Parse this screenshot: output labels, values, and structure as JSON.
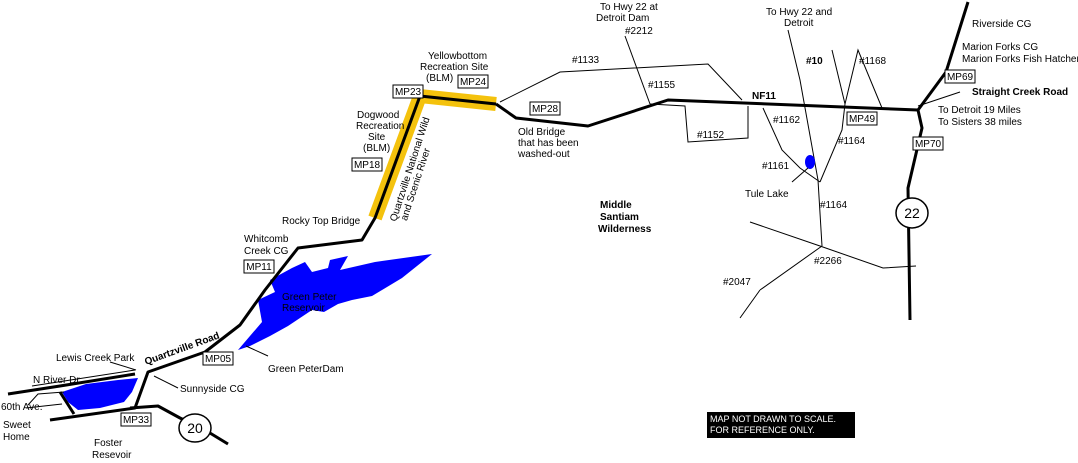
{
  "colors": {
    "water": "#0000ff",
    "wild_river": "#f4c20d",
    "road": "#000000",
    "background": "#ffffff"
  },
  "labels": {
    "to_hwy22_detroit_dam": [
      "To Hwy 22 at",
      "Detroit Dam"
    ],
    "rd_2212": "#2212",
    "to_hwy22_detroit": [
      "To Hwy 22 and",
      "Detroit"
    ],
    "rd_10": "#10",
    "rd_1168": "#1168",
    "riverside_cg": "Riverside CG",
    "marion_forks": [
      "Marion Forks CG",
      "Marion Forks Fish Hatchery"
    ],
    "straight_creek": "Straight Creek Road",
    "to_detroit_sisters": [
      "To Detroit 19 Miles",
      "To Sisters 38 miles"
    ],
    "yellowbottom": [
      "Yellowbottom",
      "Recreation Site",
      "(BLM)"
    ],
    "rd_1133": "#1133",
    "rd_1155": "#1155",
    "nf11": "NF11",
    "rd_1152": "#1152",
    "rd_1162": "#1162",
    "rd_1164a": "#1164",
    "rd_1161": "#1161",
    "tule_lake": "Tule Lake",
    "rd_1164b": "#1164",
    "dogwood": [
      "Dogwood",
      "Recreation",
      "Site",
      "(BLM)"
    ],
    "old_bridge": [
      "Old Bridge",
      "that has been",
      "washed-out"
    ],
    "wild_scenic": [
      "Quartzville National Wild",
      "and Scenic River"
    ],
    "middle_santiam": [
      "Middle",
      "Santiam",
      "Wilderness"
    ],
    "rocky_top": "Rocky Top Bridge",
    "whitcomb": [
      "Whitcomb",
      "Creek CG"
    ],
    "rd_2266": "#2266",
    "rd_2047": "#2047",
    "green_peter_res": [
      "Green Peter",
      "Reservoir"
    ],
    "quartzville_road": "Quartzville Road",
    "green_peter_dam": "Green PeterDam",
    "lewis_creek": "Lewis Creek Park",
    "n_river_dr": "N River Dr.",
    "sunnyside": "Sunnyside CG",
    "sixtieth": "60th Ave.",
    "sweet_home": [
      "Sweet",
      "Home"
    ],
    "foster": [
      "Foster",
      "Resevoir"
    ]
  },
  "mileposts": {
    "mp23": "MP23",
    "mp24": "MP24",
    "mp28": "MP28",
    "mp18": "MP18",
    "mp11": "MP11",
    "mp05": "MP05",
    "mp33": "MP33",
    "mp49": "MP49",
    "mp69": "MP69",
    "mp70": "MP70"
  },
  "shields": {
    "hwy22": "22",
    "hwy20": "20"
  },
  "notice": [
    "MAP NOT DRAWN TO SCALE.",
    "FOR REFERENCE ONLY."
  ]
}
